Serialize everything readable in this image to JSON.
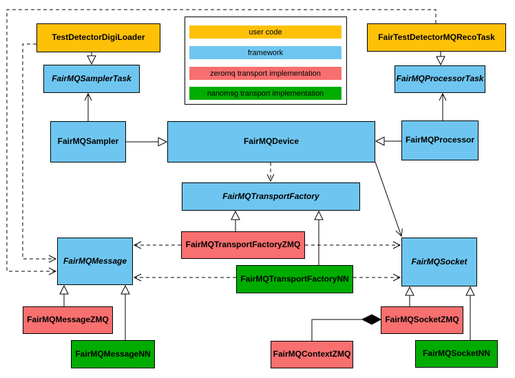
{
  "diagram": {
    "colors": {
      "user": "#FFC107",
      "framework": "#6EC6F0",
      "zeromq": "#F86F6F",
      "nanomsg": "#00AC00",
      "line": "#000000",
      "background": "#FFFFFF"
    },
    "legend": {
      "items": [
        {
          "label": "user code",
          "color_key": "user"
        },
        {
          "label": "framework",
          "color_key": "framework"
        },
        {
          "label": "zeromq transport implementation",
          "color_key": "zeromq"
        },
        {
          "label": "nanomsg transport implementation",
          "color_key": "nanomsg"
        }
      ]
    },
    "nodes": {
      "test_detector_digi_loader": {
        "label": "TestDetectorDigiLoader",
        "category": "user",
        "abstract": false
      },
      "fair_mq_sampler_task": {
        "label": "FairMQSamplerTask",
        "category": "framework",
        "abstract": true
      },
      "fair_mq_sampler": {
        "label": "FairMQSampler",
        "category": "framework",
        "abstract": false
      },
      "fair_mq_device": {
        "label": "FairMQDevice",
        "category": "framework",
        "abstract": false
      },
      "fair_test_detector_mq_reco_task": {
        "label": "FairTestDetectorMQRecoTask",
        "category": "user",
        "abstract": false
      },
      "fair_mq_processor_task": {
        "label": "FairMQProcessorTask",
        "category": "framework",
        "abstract": true
      },
      "fair_mq_processor": {
        "label": "FairMQProcessor",
        "category": "framework",
        "abstract": false
      },
      "fair_mq_transport_factory": {
        "label": "FairMQTransportFactory",
        "category": "framework",
        "abstract": true
      },
      "fair_mq_transport_factory_zmq": {
        "label": "FairMQTransportFactoryZMQ",
        "category": "zeromq",
        "abstract": false
      },
      "fair_mq_transport_factory_nn": {
        "label": "FairMQTransportFactoryNN",
        "category": "nanomsg",
        "abstract": false
      },
      "fair_mq_message": {
        "label": "FairMQMessage",
        "category": "framework",
        "abstract": true
      },
      "fair_mq_socket": {
        "label": "FairMQSocket",
        "category": "framework",
        "abstract": true
      },
      "fair_mq_message_zmq": {
        "label": "FairMQMessageZMQ",
        "category": "zeromq",
        "abstract": false
      },
      "fair_mq_message_nn": {
        "label": "FairMQMessageNN",
        "category": "nanomsg",
        "abstract": false
      },
      "fair_mq_context_zmq": {
        "label": "FairMQContextZMQ",
        "category": "zeromq",
        "abstract": false
      },
      "fair_mq_socket_zmq": {
        "label": "FairMQSocketZMQ",
        "category": "zeromq",
        "abstract": false
      },
      "fair_mq_socket_nn": {
        "label": "FairMQSocketNN",
        "category": "nanomsg",
        "abstract": false
      }
    },
    "relationships": [
      {
        "type": "inheritance",
        "from": "test_detector_digi_loader",
        "to": "fair_mq_sampler_task"
      },
      {
        "type": "inheritance",
        "from": "fair_test_detector_mq_reco_task",
        "to": "fair_mq_processor_task"
      },
      {
        "type": "inheritance",
        "from": "fair_mq_sampler",
        "to": "fair_mq_device"
      },
      {
        "type": "inheritance",
        "from": "fair_mq_processor",
        "to": "fair_mq_device"
      },
      {
        "type": "inheritance",
        "from": "fair_mq_transport_factory_zmq",
        "to": "fair_mq_transport_factory"
      },
      {
        "type": "inheritance",
        "from": "fair_mq_transport_factory_nn",
        "to": "fair_mq_transport_factory"
      },
      {
        "type": "inheritance",
        "from": "fair_mq_message_zmq",
        "to": "fair_mq_message"
      },
      {
        "type": "inheritance",
        "from": "fair_mq_message_nn",
        "to": "fair_mq_message"
      },
      {
        "type": "inheritance",
        "from": "fair_mq_socket_zmq",
        "to": "fair_mq_socket"
      },
      {
        "type": "inheritance",
        "from": "fair_mq_socket_nn",
        "to": "fair_mq_socket"
      },
      {
        "type": "association",
        "from": "fair_mq_sampler",
        "to": "fair_mq_sampler_task"
      },
      {
        "type": "association",
        "from": "fair_mq_processor",
        "to": "fair_mq_processor_task"
      },
      {
        "type": "association",
        "from": "fair_mq_device",
        "to": "fair_mq_socket"
      },
      {
        "type": "dependency",
        "from": "fair_mq_device",
        "to": "fair_mq_transport_factory"
      },
      {
        "type": "dependency",
        "from": "test_detector_digi_loader",
        "to": "fair_mq_message"
      },
      {
        "type": "dependency",
        "from": "fair_test_detector_mq_reco_task",
        "to": "fair_mq_message"
      },
      {
        "type": "dependency",
        "from": "fair_mq_transport_factory_zmq",
        "to": "fair_mq_message"
      },
      {
        "type": "dependency",
        "from": "fair_mq_transport_factory_zmq",
        "to": "fair_mq_socket"
      },
      {
        "type": "dependency",
        "from": "fair_mq_transport_factory_nn",
        "to": "fair_mq_message"
      },
      {
        "type": "dependency",
        "from": "fair_mq_transport_factory_nn",
        "to": "fair_mq_socket"
      },
      {
        "type": "composition",
        "owner": "fair_mq_socket_zmq",
        "part": "fair_mq_context_zmq"
      }
    ]
  }
}
